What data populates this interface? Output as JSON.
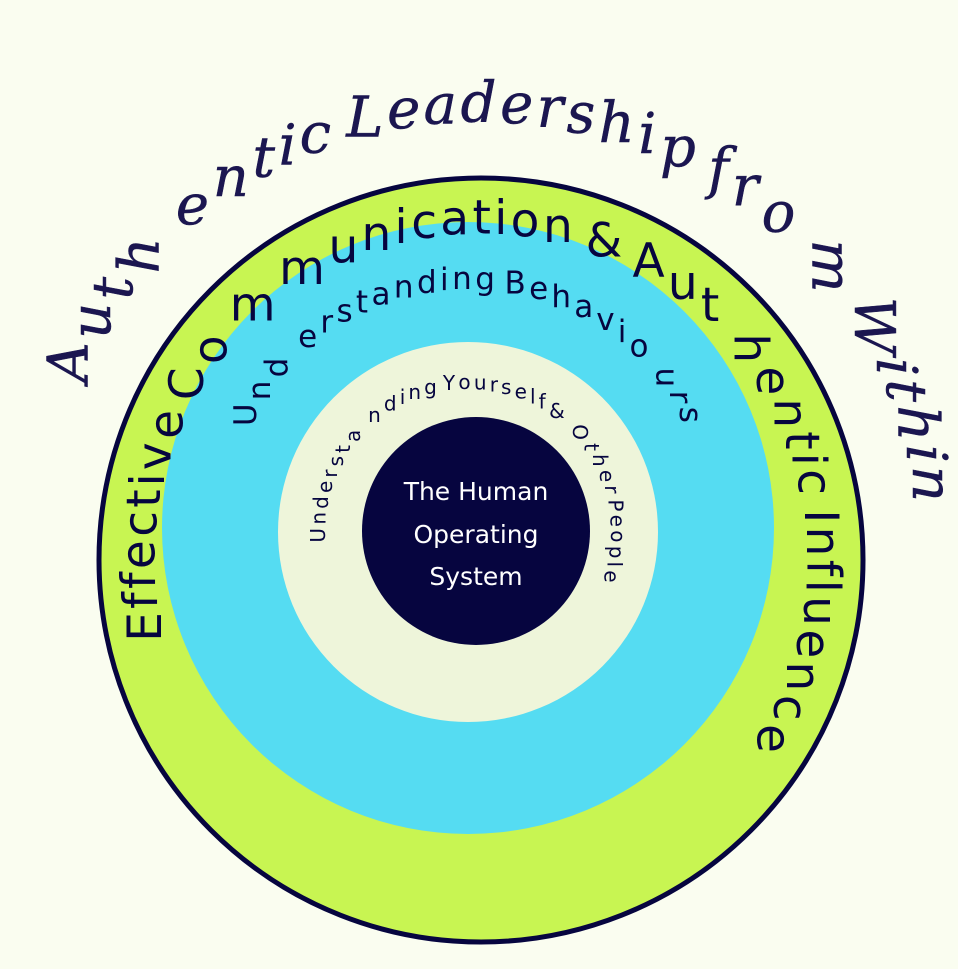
{
  "title": "Authentic Leadership from Within",
  "rings": [
    {
      "label": "Effective Communication & Authentic Influence",
      "color": "#c8f552"
    },
    {
      "label": "Understanding Behaviours",
      "color": "#55dcf2"
    },
    {
      "label": "Understanding Yourself & Other People",
      "color": "#eef5da"
    }
  ],
  "core": {
    "lines": [
      "The Human",
      "Operating",
      "System"
    ],
    "color": "#06053f"
  },
  "colors": {
    "background": "#fafdf0",
    "outline": "#06053f",
    "text": "#06053f"
  }
}
